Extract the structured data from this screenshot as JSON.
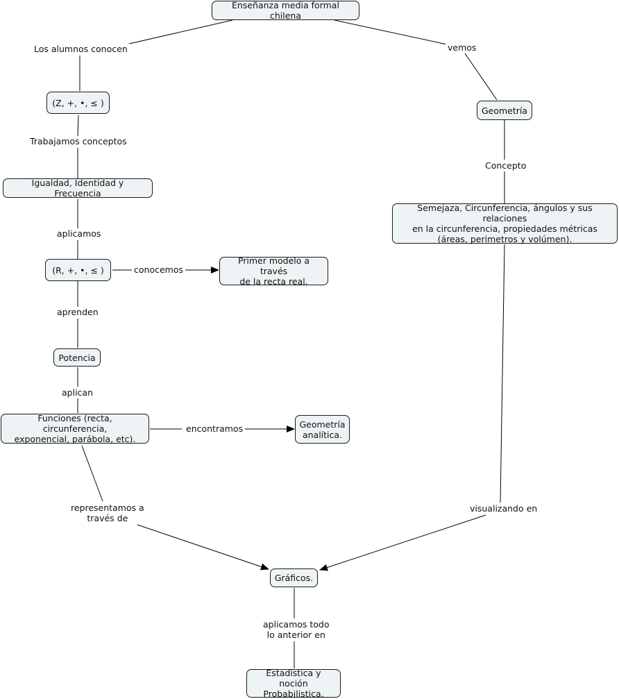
{
  "nodes": {
    "ensenanza": "Enseñanza media formal chilena",
    "z_struct": "(Z, +, •, ≤ )",
    "igualdad": "Igualdad, Identidad y Frecuencia",
    "r_struct": "(R, +, •, ≤ )",
    "primer_modelo": "Primer modelo a través\nde la recta real.",
    "potencia": "Potencia",
    "funciones": "Funciones (recta, circunferencia,\nexponencial, parábola, etc).",
    "geo_analitica": "Geometría\nanalítica.",
    "geometria": "Geometría",
    "semejanza": "Semejaza, Circunferencia, ángulos y sus relaciones\nen la circunferencia, propiedades métricas\n(áreas, perimetros y volúmen).",
    "graficos": "Gráficos.",
    "estadistica": "Estadística y noción\nProbabilistica."
  },
  "links": {
    "los_alumnos": "Los alumnos conocen",
    "vemos": "vemos",
    "trabajamos": "Trabajamos conceptos",
    "aplicamos": "aplicamos",
    "conocemos": "conocemos",
    "aprenden": "aprenden",
    "aplican": "aplican",
    "encontramos": "encontramos",
    "representamos": "representamos a\ntravés de",
    "concepto": "Concepto",
    "visualizando": "visualizando en",
    "aplicamos_todo": "aplicamos todo\nlo anterior en"
  }
}
